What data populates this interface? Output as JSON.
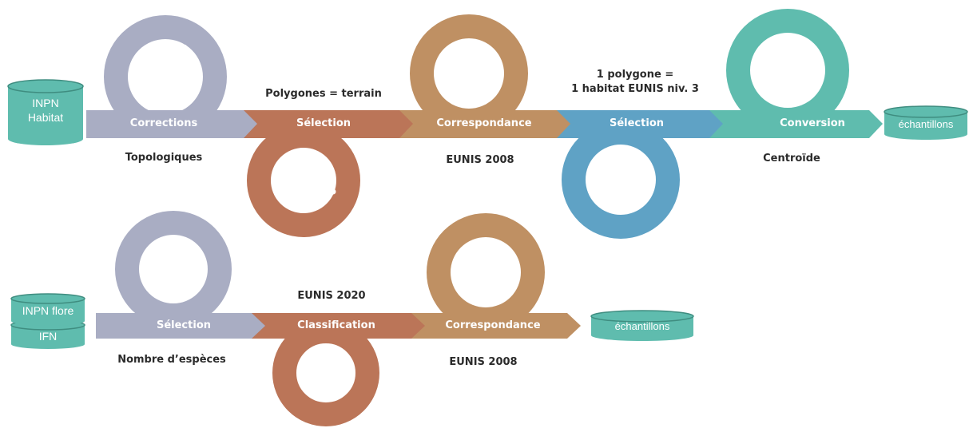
{
  "colors": {
    "gray": "#a9adc3",
    "brownred": "#bb7558",
    "tan": "#bf9063",
    "blue": "#5fa2c5",
    "teal": "#5fbcae",
    "text": "#2b2b2b"
  },
  "flow1": {
    "input_db": "INPN\nHabitat",
    "steps": [
      {
        "stage": "Corrections",
        "caption": "Topologiques",
        "icon": "pencil-icon"
      },
      {
        "stage": "Sélection",
        "caption": "Polygones = terrain",
        "icon": "magnifier-icon"
      },
      {
        "stage": "Correspondance",
        "caption": "EUNIS 2008",
        "icon": "refresh-icon"
      },
      {
        "stage": "Sélection",
        "caption": "1 polygone =\n1 habitat EUNIS niv. 3",
        "icon": "magnifier-icon"
      },
      {
        "stage": "Conversion",
        "caption": "Centroïde",
        "icon": "target-icon"
      }
    ],
    "output_db": "échantillons"
  },
  "flow2": {
    "input_db_top": "INPN flore",
    "input_db_bottom": "IFN",
    "steps": [
      {
        "stage": "Sélection",
        "caption": "Nombre d’espèces",
        "icon": "magnifier-icon"
      },
      {
        "stage": "Classification",
        "caption": "EUNIS 2020",
        "icon": "laptop-icon"
      },
      {
        "stage": "Correspondance",
        "caption": "EUNIS 2008",
        "icon": "refresh-icon"
      }
    ],
    "output_db": "échantillons"
  }
}
